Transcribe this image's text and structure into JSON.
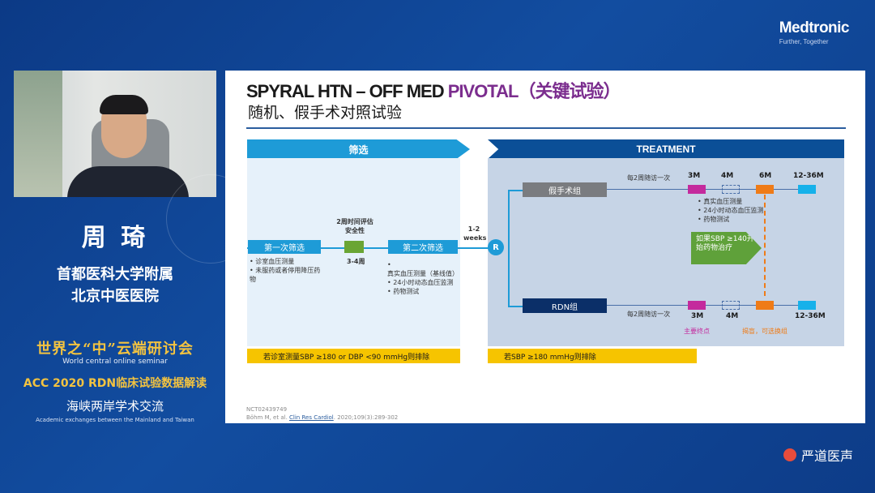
{
  "brand": {
    "name": "Medtronic",
    "tagline": "Further, Together"
  },
  "speaker": {
    "name": "周 琦",
    "affiliation_line1": "首都医科大学附属",
    "affiliation_line2": "北京中医医院"
  },
  "seminar": {
    "title_cn": "世界之“中”云端研讨会",
    "title_en": "World central online seminar",
    "topic": "ACC 2020 RDN临床试验数据解读",
    "exchange_cn": "海峡两岸学术交流",
    "exchange_en": "Academic exchanges between the Mainland and Taiwan"
  },
  "slide": {
    "title_part1": "SPYRAL HTN – OFF MED ",
    "title_part2": "PIVOTAL",
    "title_part3": "（关键试验）",
    "subtitle": "随机、假手术对照试验",
    "screening_header": "筛选",
    "treatment_header": "TREATMENT",
    "first_screen": "第一次筛选",
    "second_screen": "第二次筛选",
    "two_week_eval_1": "2周时间评估",
    "two_week_eval_2": "安全性",
    "duration": "3-4周",
    "weeks_1": "1-2",
    "weeks_2": "weeks",
    "random": "R",
    "first_items": [
      "诊室血压测量",
      "未服药或者停用降压药物"
    ],
    "second_items": [
      "真实血压测量（基线值）",
      "24小时动态血压监测",
      "药物测试"
    ],
    "sham_group": "假手术组",
    "rdn_group": "RDN组",
    "followup_note_1": "每2周随访一次",
    "followup_note_2": "每2周随访一次",
    "milestones": [
      "3M",
      "4M",
      "6M",
      "12-36M"
    ],
    "sham_items": [
      "真实血压测量",
      "24小时动态血压监测",
      "药物测试"
    ],
    "crossover_1": "如果SBP ≥140开",
    "crossover_2": "始药物治疗",
    "primary_endpoint": "主要终点",
    "unblind": "揭盲，可选换组",
    "exclusion_left": "若诊室测量SBP ≥180 or DBP <90 mmHg则排除",
    "exclusion_right": "若SBP ≥180 mmHg则排除",
    "ref_1": "NCT02439749",
    "ref_2a": "Böhm M, et al. ",
    "ref_2b": "Clin Res Cardiol",
    "ref_2c": ". 2020;109(3):289-302"
  },
  "logo": {
    "text": "严道医声"
  },
  "colors": {
    "background": "#0e3f8a",
    "accent_yellow": "#f3c340",
    "slide_blue": "#1e9bd7",
    "pivotal_purple": "#7b2d8e"
  }
}
